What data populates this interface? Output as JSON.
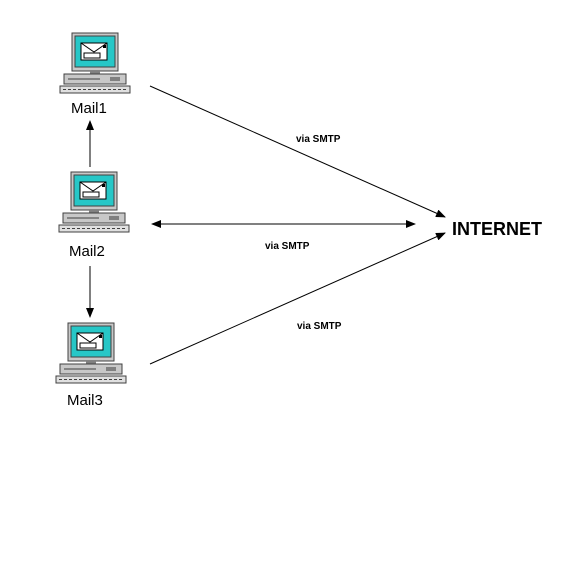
{
  "nodes": {
    "mail1": {
      "label": "Mail1",
      "icon": "computer-mail-icon"
    },
    "mail2": {
      "label": "Mail2",
      "icon": "computer-mail-icon"
    },
    "mail3": {
      "label": "Mail3",
      "icon": "computer-mail-icon"
    },
    "internet": {
      "label": "INTERNET"
    }
  },
  "edges": {
    "mail1_internet": {
      "label": "via SMTP"
    },
    "mail2_internet": {
      "label": "via SMTP"
    },
    "mail3_internet": {
      "label": "via SMTP"
    }
  },
  "colors": {
    "screen": "#27c7c7",
    "case": "#c8c8c8",
    "dark": "#404040",
    "line": "#000000"
  }
}
